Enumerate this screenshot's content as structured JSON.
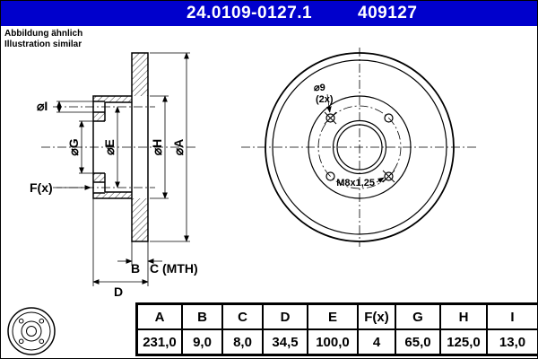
{
  "header": {
    "part_number": "24.0109-0127.1",
    "order_number": "409127"
  },
  "note": {
    "line1": "Abbildung ähnlich",
    "line2": "Illustration similar"
  },
  "colors": {
    "header_bg": "#0000CC",
    "header_text": "#FFFFFF",
    "drawing_line": "#000000"
  },
  "section_view": {
    "labels": {
      "dia_i": "⌀I",
      "dia_g": "⌀G",
      "dia_e": "⌀E",
      "dia_h": "⌀H",
      "dia_a": "⌀A",
      "holes": "F(x)",
      "thickness": "B",
      "min_thickness": "C (MTH)",
      "depth": "D"
    }
  },
  "front_view": {
    "labels": {
      "hole_dia": "⌀9",
      "hole_count": "(2x)",
      "thread": "M8x1,25"
    }
  },
  "table": {
    "columns": [
      {
        "header": "A",
        "value": "231,0"
      },
      {
        "header": "B",
        "value": "9,0"
      },
      {
        "header": "C",
        "value": "8,0"
      },
      {
        "header": "D",
        "value": "34,5"
      },
      {
        "header": "E",
        "value": "100,0"
      },
      {
        "header": "F(x)",
        "value": "4"
      },
      {
        "header": "G",
        "value": "65,0"
      },
      {
        "header": "H",
        "value": "125,0"
      },
      {
        "header": "I",
        "value": "13,0"
      }
    ]
  }
}
